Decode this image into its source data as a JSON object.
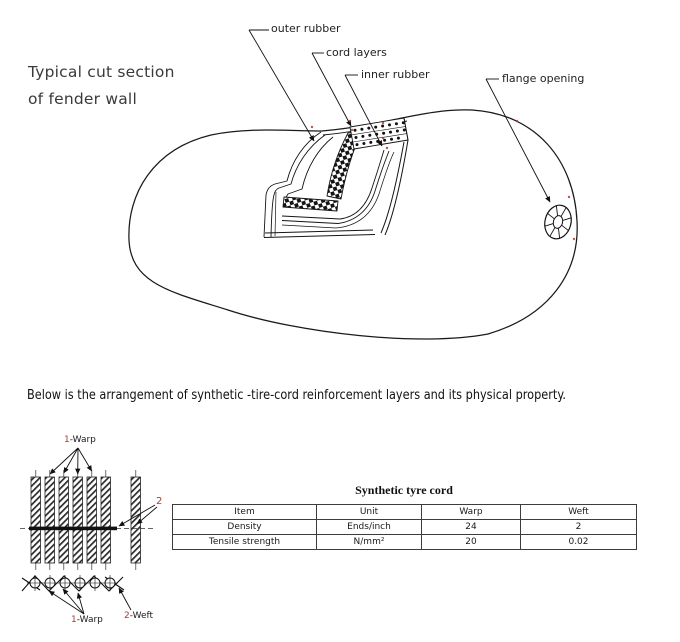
{
  "colors": {
    "ink": "#1a1a1a",
    "red_accent": "#b03a2e",
    "heading_gray": "#3a3a3a"
  },
  "fender_diagram": {
    "heading_line1": "Typical cut section",
    "heading_line2": "of fender wall",
    "label_outer_rubber": "outer rubber",
    "label_cord_layers": "cord layers",
    "label_inner_rubber": "inner rubber",
    "label_flange_opening": "flange opening"
  },
  "intro_text": "Below is the arrangement of synthetic -tire-cord reinforcement layers and its physical property.",
  "weave_diagram": {
    "top_warp_num": "1",
    "top_warp_text": "-Warp",
    "weft_ref_num": "2",
    "bottom_warp_num": "1",
    "bottom_warp_text": "-Warp",
    "bottom_weft_num": "2",
    "bottom_weft_text": "-Weft"
  },
  "cord_table": {
    "title": "Synthetic tyre cord",
    "headers": [
      "Item",
      "Unit",
      "Warp",
      "Weft"
    ],
    "rows": [
      [
        "Density",
        "Ends/inch",
        "24",
        "2"
      ],
      [
        "Tensile strength",
        "N/mm²",
        "20",
        "0.02"
      ]
    ]
  }
}
